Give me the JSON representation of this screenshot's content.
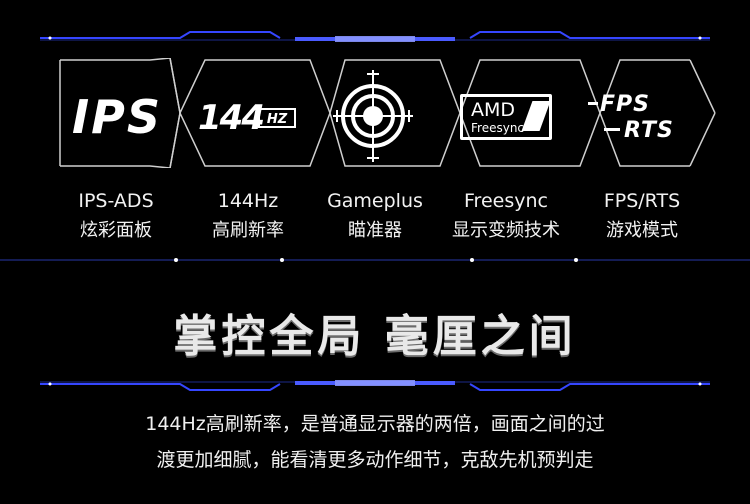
{
  "colors": {
    "background": "#000000",
    "accent_blue": "#2a3cff",
    "accent_glow": "#6f7dff",
    "text": "#f2f2f2"
  },
  "features": [
    {
      "icon": "ips-logo-icon",
      "logo_text": "IPS",
      "title": "IPS-ADS",
      "subtitle": "炫彩面板"
    },
    {
      "icon": "144hz-logo-icon",
      "logo_text": "144",
      "logo_suffix": "HZ",
      "title": "144Hz",
      "subtitle": "高刷新率"
    },
    {
      "icon": "crosshair-icon",
      "title": "Gameplus",
      "subtitle": "瞄准器"
    },
    {
      "icon": "amd-freesync-logo-icon",
      "logo_text": "AMD",
      "logo_suffix": "Freesync",
      "title": "Freesync",
      "subtitle": "显示变频技术"
    },
    {
      "icon": "fps-rts-logo-icon",
      "logo_text": "FPS",
      "logo_suffix": "RTS",
      "title": "FPS/RTS",
      "subtitle": "游戏模式"
    }
  ],
  "headline": "掌控全局 毫厘之间",
  "description": {
    "line1": "144Hz高刷新率，是普通显示器的两倍，画面之间的过",
    "line2": "渡更加细腻，能看清更多动作细节，克敌先机预判走"
  }
}
